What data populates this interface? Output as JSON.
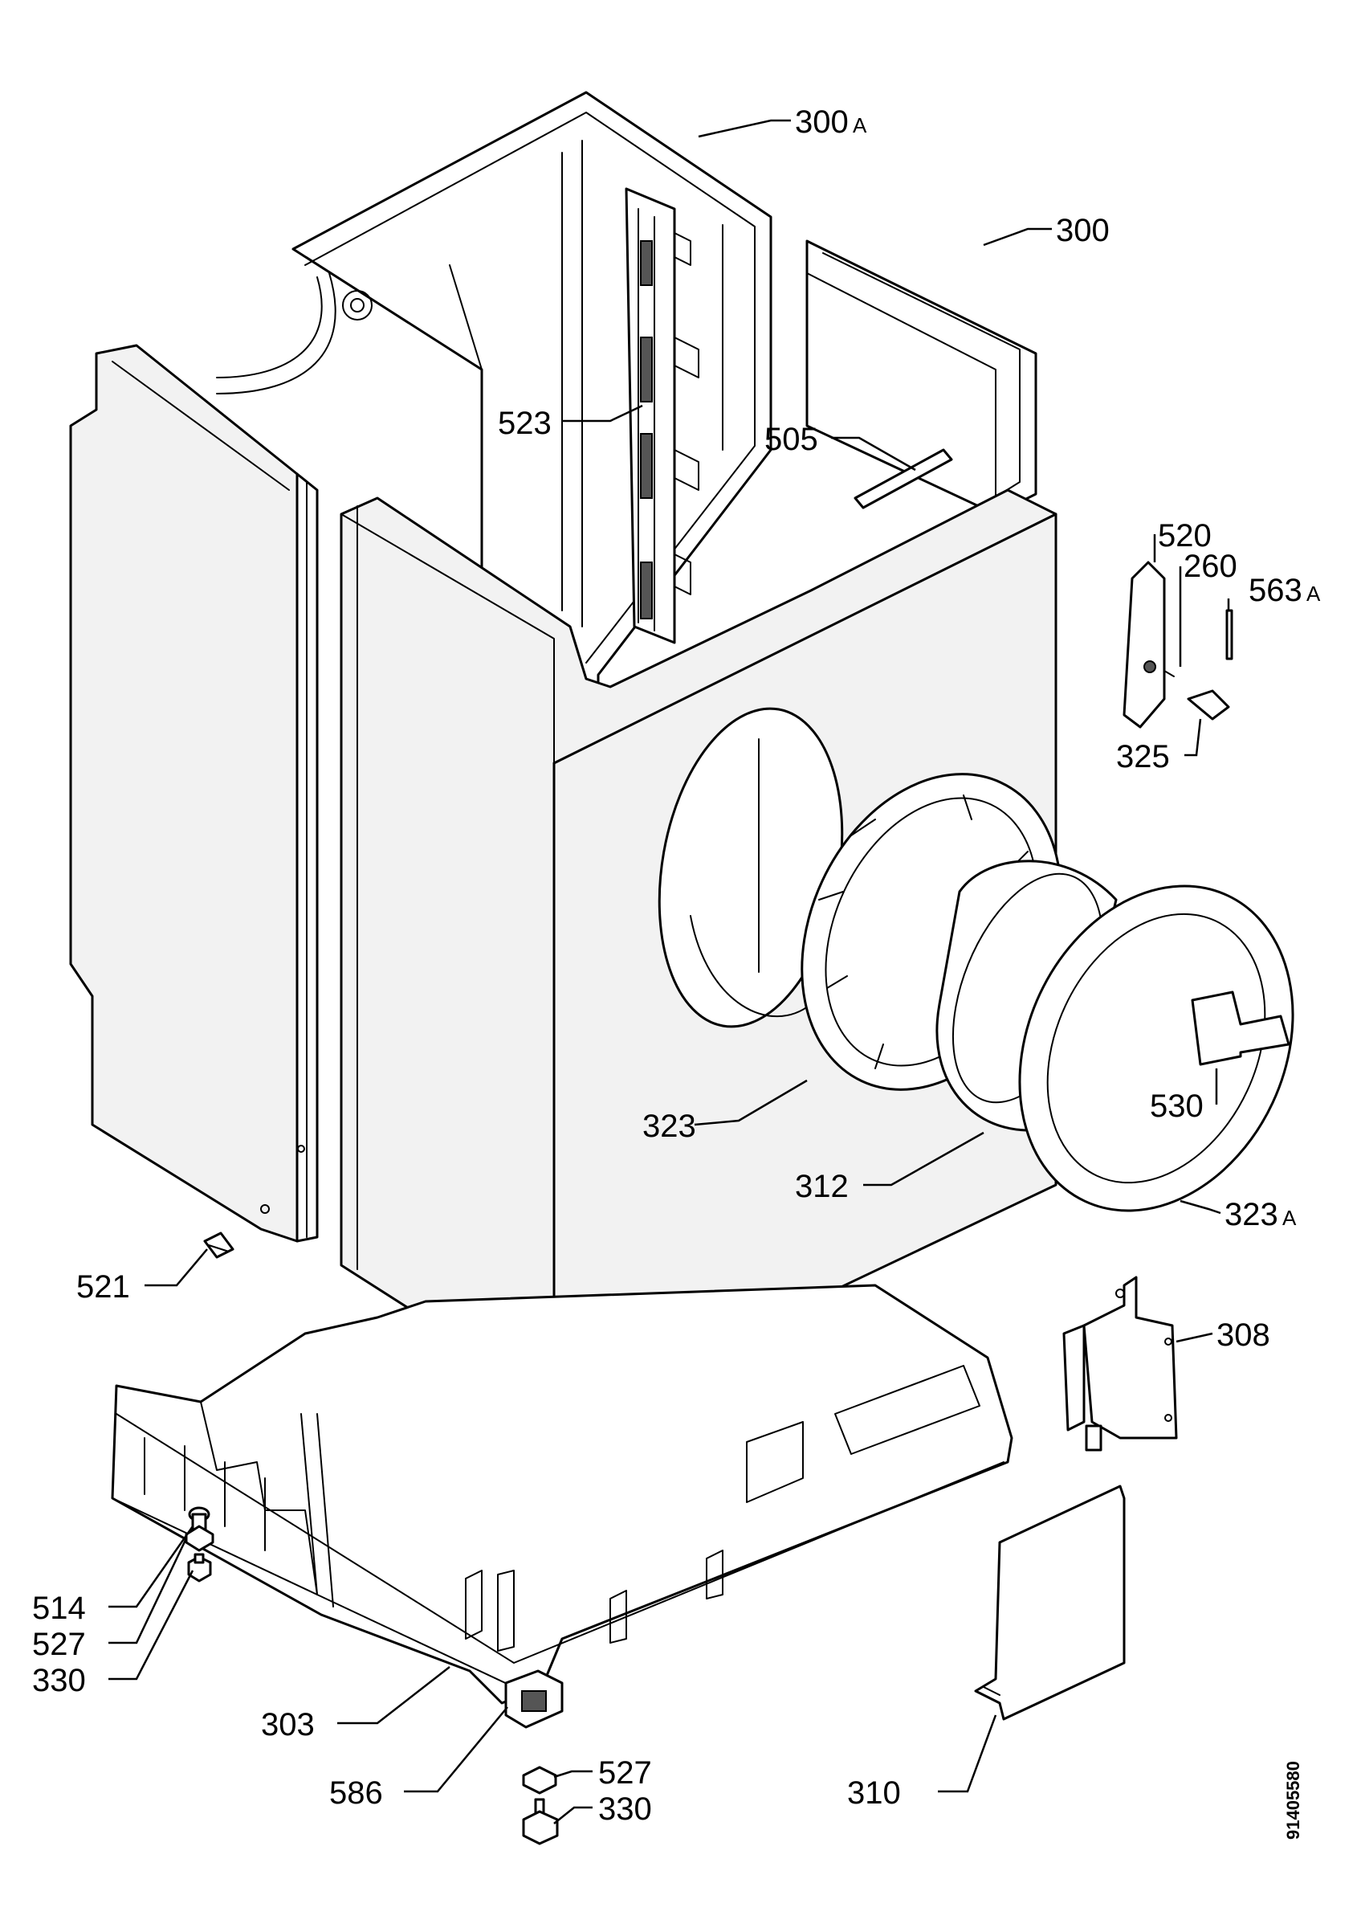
{
  "labels": {
    "l300a": "300",
    "l300a_suffix": "A",
    "l300": "300",
    "l523": "523",
    "l505": "505",
    "l520": "520",
    "l260": "260",
    "l563a": "563",
    "l563a_suffix": "A",
    "l325": "325",
    "l530": "530",
    "l323": "323",
    "l312": "312",
    "l323a": "323",
    "l323a_suffix": "A",
    "l521": "521",
    "l308": "308",
    "l514": "514",
    "l527_left": "527",
    "l330_left": "330",
    "l303": "303",
    "l586": "586",
    "l527_bottom": "527",
    "l330_bottom": "330",
    "l310": "310"
  },
  "document_id": "91405580"
}
